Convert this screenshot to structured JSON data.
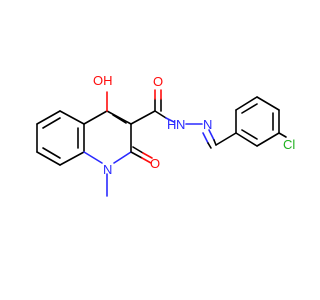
{
  "molecule": {
    "atoms": {
      "oh": "OH",
      "o_amide": "O",
      "nh": "H",
      "n_hydrazone": "N",
      "n_hydrazide": "N",
      "n_ring": "N",
      "o_ketone": "O",
      "cl": "Cl"
    },
    "colors": {
      "carbon": "#000000",
      "oxygen": "#ff0d0d",
      "nitrogen": "#2a2aff",
      "chlorine": "#1fb01f"
    }
  }
}
